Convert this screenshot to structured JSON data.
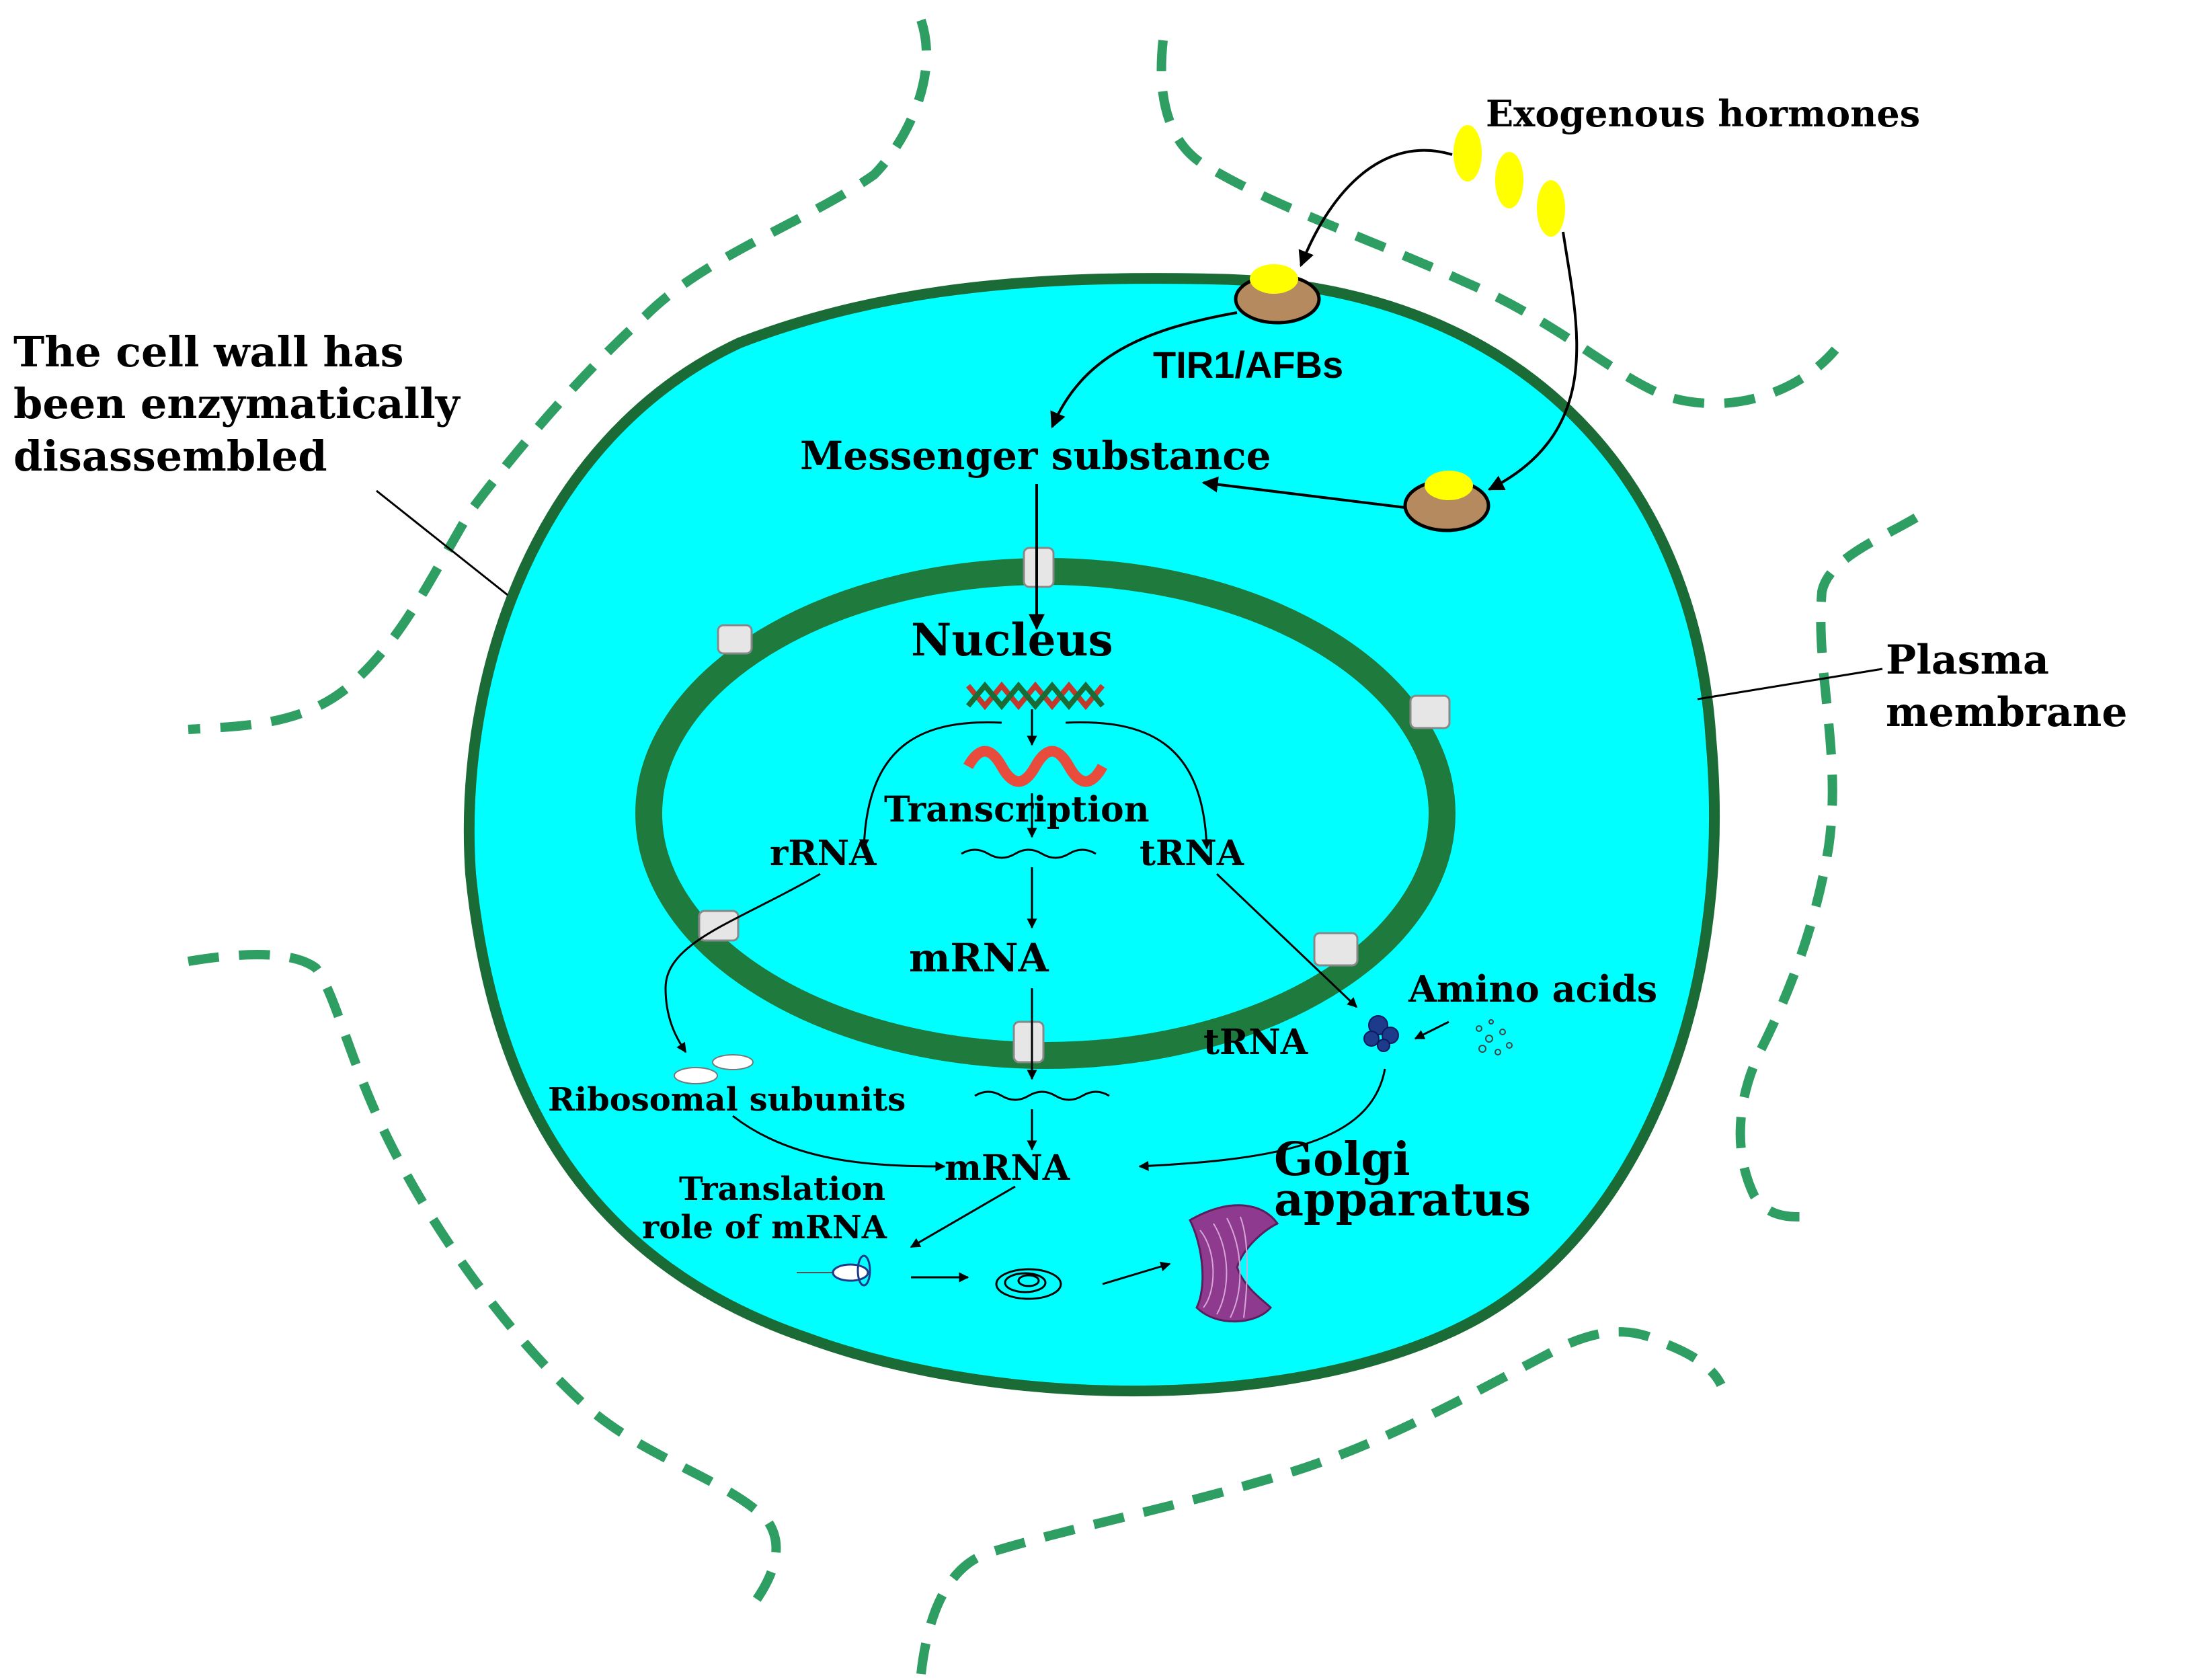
{
  "labels": {
    "exogenous_hormones": "Exogenous hormones",
    "cell_wall_line1": "The cell wall has",
    "cell_wall_line2": "been enzymatically",
    "cell_wall_line3": "disassembled",
    "receptor": "TIR1/AFBs",
    "messenger": "Messenger substance",
    "nucleus": "Nucleus",
    "plasma_line1": "Plasma",
    "plasma_line2": "membrane",
    "transcription": "Transcription",
    "rrna": "rRNA",
    "trna_nucleus": "tRNA",
    "mrna_nucleus": "mRNA",
    "amino_acids": "Amino acids",
    "trna_cytoplasm": "tRNA",
    "ribosomal_subunits": "Ribosomal subunits",
    "mrna_cytoplasm": "mRNA",
    "golgi_line1": "Golgi",
    "golgi_line2": "apparatus",
    "translation_line1": "Translation",
    "translation_line2": "role of mRNA"
  },
  "colors": {
    "cytoplasm": "#00ffff",
    "membrane": "#1a6b35",
    "nuclear_envelope": "#1f7a3e",
    "cell_wall_dash": "#2e9e63",
    "hormone": "#ffff00",
    "receptor": "#b58a5e",
    "dna": "#c0392b",
    "golgi": "#8e3a8f"
  }
}
